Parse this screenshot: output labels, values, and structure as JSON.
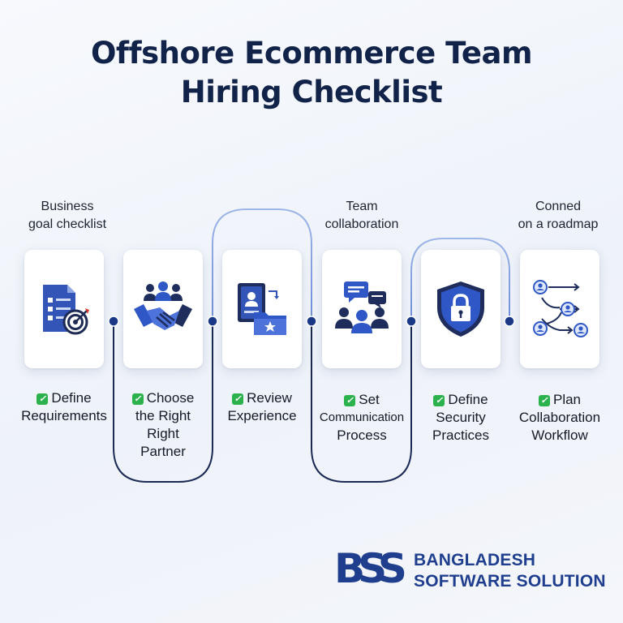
{
  "title": {
    "line1": "Offshore Ecommerce Team",
    "line2": "Hiring Checklist"
  },
  "captions": [
    {
      "line1": "Business",
      "line2": "goal checklist"
    },
    {
      "line1": "Team",
      "line2": "collaboration"
    },
    {
      "line1": "Conned",
      "line2": "on a roadmap"
    }
  ],
  "steps": [
    {
      "icon": "checklist-target-icon",
      "lines": [
        "Define",
        "Requirements"
      ]
    },
    {
      "icon": "handshake-team-icon",
      "lines": [
        "Choose",
        "the Right",
        "Right",
        "Partner"
      ]
    },
    {
      "icon": "profile-folder-icon",
      "lines": [
        "Review",
        "Experience"
      ]
    },
    {
      "icon": "chat-team-icon",
      "lines": [
        "Set",
        "Communication",
        "Process"
      ]
    },
    {
      "icon": "security-shield-icon",
      "lines": [
        "Define",
        "Security",
        "Practices"
      ]
    },
    {
      "icon": "workflow-people-icon",
      "lines": [
        "Plan",
        "Collaboration",
        "Workflow"
      ]
    }
  ],
  "brand": {
    "logo_text": "BSS",
    "line1": "BANGLADESH",
    "line2": "SOFTWARE SOLUTION"
  },
  "colors": {
    "navy": "#12234a",
    "blue": "#2f57c6",
    "check_green": "#2bb24c",
    "connector": "#1a2a55"
  }
}
